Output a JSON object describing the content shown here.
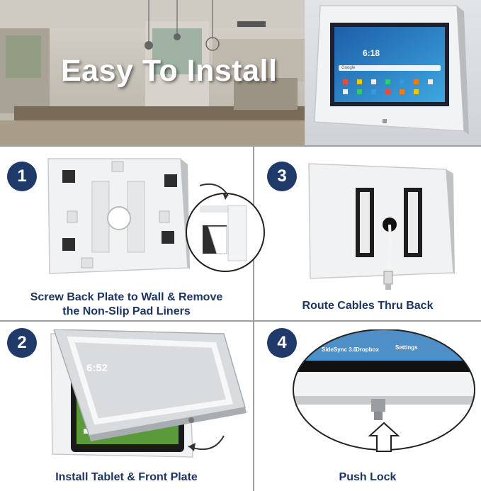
{
  "hero": {
    "title": "Easy To Install",
    "tablet_time": "6:18",
    "tablet_search_label": "Google"
  },
  "steps": [
    {
      "number": "1",
      "caption_line1": "Screw Back Plate to Wall & Remove",
      "caption_line2": "the Non-Slip Pad Liners"
    },
    {
      "number": "3",
      "caption_line1": "Route Cables Thru Back"
    },
    {
      "number": "2",
      "caption_line1": "Install Tablet & Front Plate",
      "screen_time": "6:52"
    },
    {
      "number": "4",
      "caption_line1": "Push Lock",
      "screen_label1": "SideSync 3.0",
      "screen_label2": "Dropbox",
      "screen_label3": "Settings"
    }
  ],
  "colors": {
    "badge": "#1f3a68",
    "caption": "#1c3563",
    "divider": "#9aa0a6",
    "enclosure": "#e8eaec"
  }
}
